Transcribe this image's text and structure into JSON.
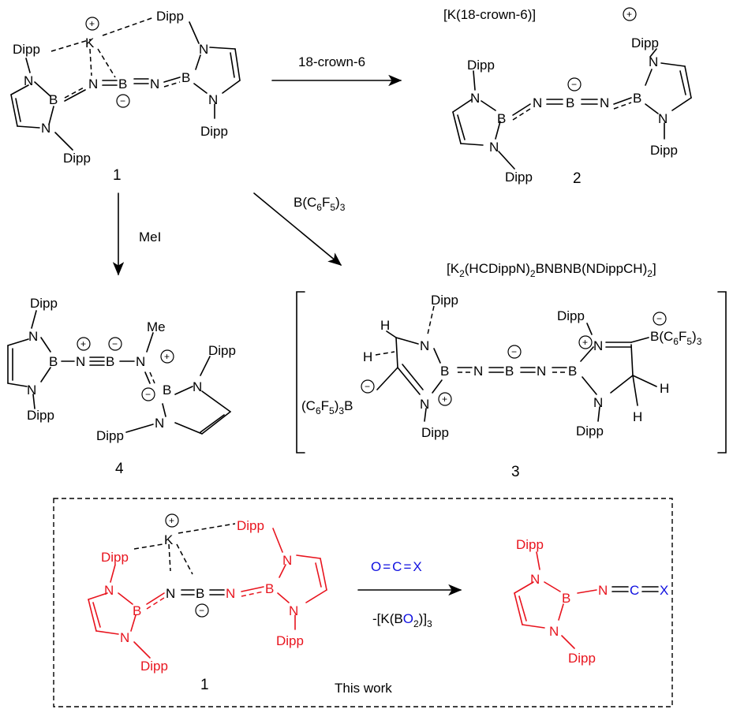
{
  "labels": {
    "dipp": "Dipp",
    "me": "Me",
    "N": "N",
    "B": "B",
    "K": "K",
    "H": "H",
    "C": "C",
    "O": "O",
    "X": "X",
    "plus": "+",
    "minus": "−",
    "bc6f5": "B(C6F5)3",
    "c6f5b": "(C6F5)3B"
  },
  "reagents": {
    "crown": "18-crown-6",
    "crown_salt": "[K(18-crown-6)]",
    "borane": "B(C6F5)3",
    "mei": "MeI",
    "heterocumulene": "O=C=X",
    "byproduct": "-[K(BO2)]3"
  },
  "compounds": {
    "c1": "1",
    "c2": "2",
    "c3": "3",
    "c4": "4",
    "c1b": "1",
    "formula3": "[K2(HCDippN)2BNBNB(NDippCH)2]"
  },
  "box": {
    "caption": "This work"
  },
  "colors": {
    "highlight": "#e8141e",
    "reagent_blue": "#1010e0",
    "ink": "#000000"
  }
}
